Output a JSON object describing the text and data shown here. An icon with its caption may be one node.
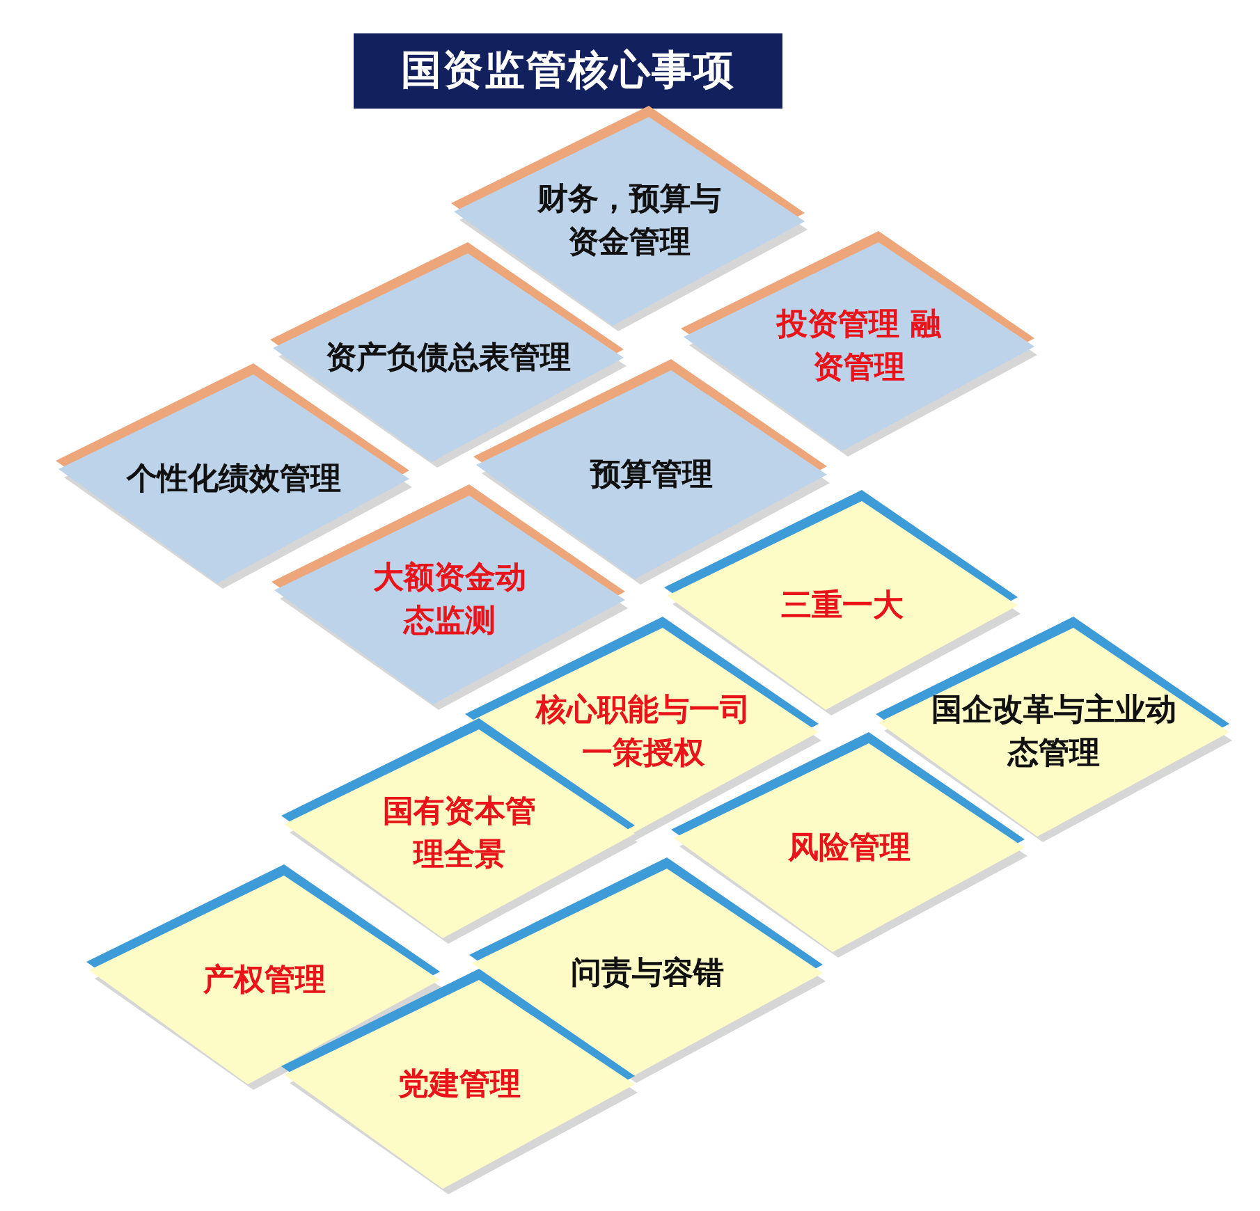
{
  "diagram": {
    "title": "国资监管核心事项",
    "nodes": [
      {
        "text": [
          "财务，预算与资金管理"
        ]
      },
      {
        "text": [
          "资产负债总表管理"
        ]
      },
      {
        "text": [
          "投资管理 融资管理"
        ]
      },
      {
        "text": [
          "个性化绩效管理"
        ]
      },
      {
        "text": [
          "预算管理"
        ]
      },
      {
        "text": [
          "大额资金动态监测"
        ]
      },
      {
        "text": [
          "三重一大"
        ]
      },
      {
        "text": [
          "核心职能与一司一策授权"
        ]
      },
      {
        "text": [
          "国企改革与主业动态管理"
        ]
      },
      {
        "text": [
          "国有资本管理全景"
        ]
      },
      {
        "text": [
          "风险管理"
        ]
      },
      {
        "text": [
          "产权管理"
        ]
      },
      {
        "text": [
          "问责与容错"
        ]
      },
      {
        "text": [
          "党建管理"
        ]
      }
    ]
  }
}
